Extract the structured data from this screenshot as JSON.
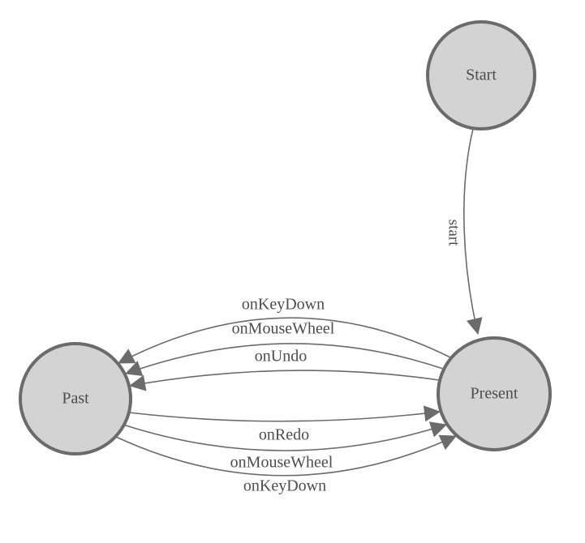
{
  "diagram": {
    "type": "state-machine",
    "background_color": "#ffffff",
    "colors": {
      "node_fill": "#d3d3d3",
      "node_stroke": "#6b6b6b",
      "edge_stroke": "#6b6b6b",
      "arrowhead_fill": "#6b6b6b",
      "label_text": "#4d4d4d"
    },
    "nodes": {
      "start": {
        "label": "Start"
      },
      "present": {
        "label": "Present"
      },
      "past": {
        "label": "Past"
      }
    },
    "edges": {
      "start_to_present": {
        "from": "Start",
        "to": "Present",
        "label": "start"
      },
      "present_to_past_keydown": {
        "from": "Present",
        "to": "Past",
        "label": "onKeyDown"
      },
      "present_to_past_mousewheel": {
        "from": "Present",
        "to": "Past",
        "label": "onMouseWheel"
      },
      "present_to_past_undo": {
        "from": "Present",
        "to": "Past",
        "label": "onUndo"
      },
      "past_to_present_redo": {
        "from": "Past",
        "to": "Present",
        "label": "onRedo"
      },
      "past_to_present_mousewheel": {
        "from": "Past",
        "to": "Present",
        "label": "onMouseWheel"
      },
      "past_to_present_keydown": {
        "from": "Past",
        "to": "Present",
        "label": "onKeyDown"
      }
    }
  }
}
